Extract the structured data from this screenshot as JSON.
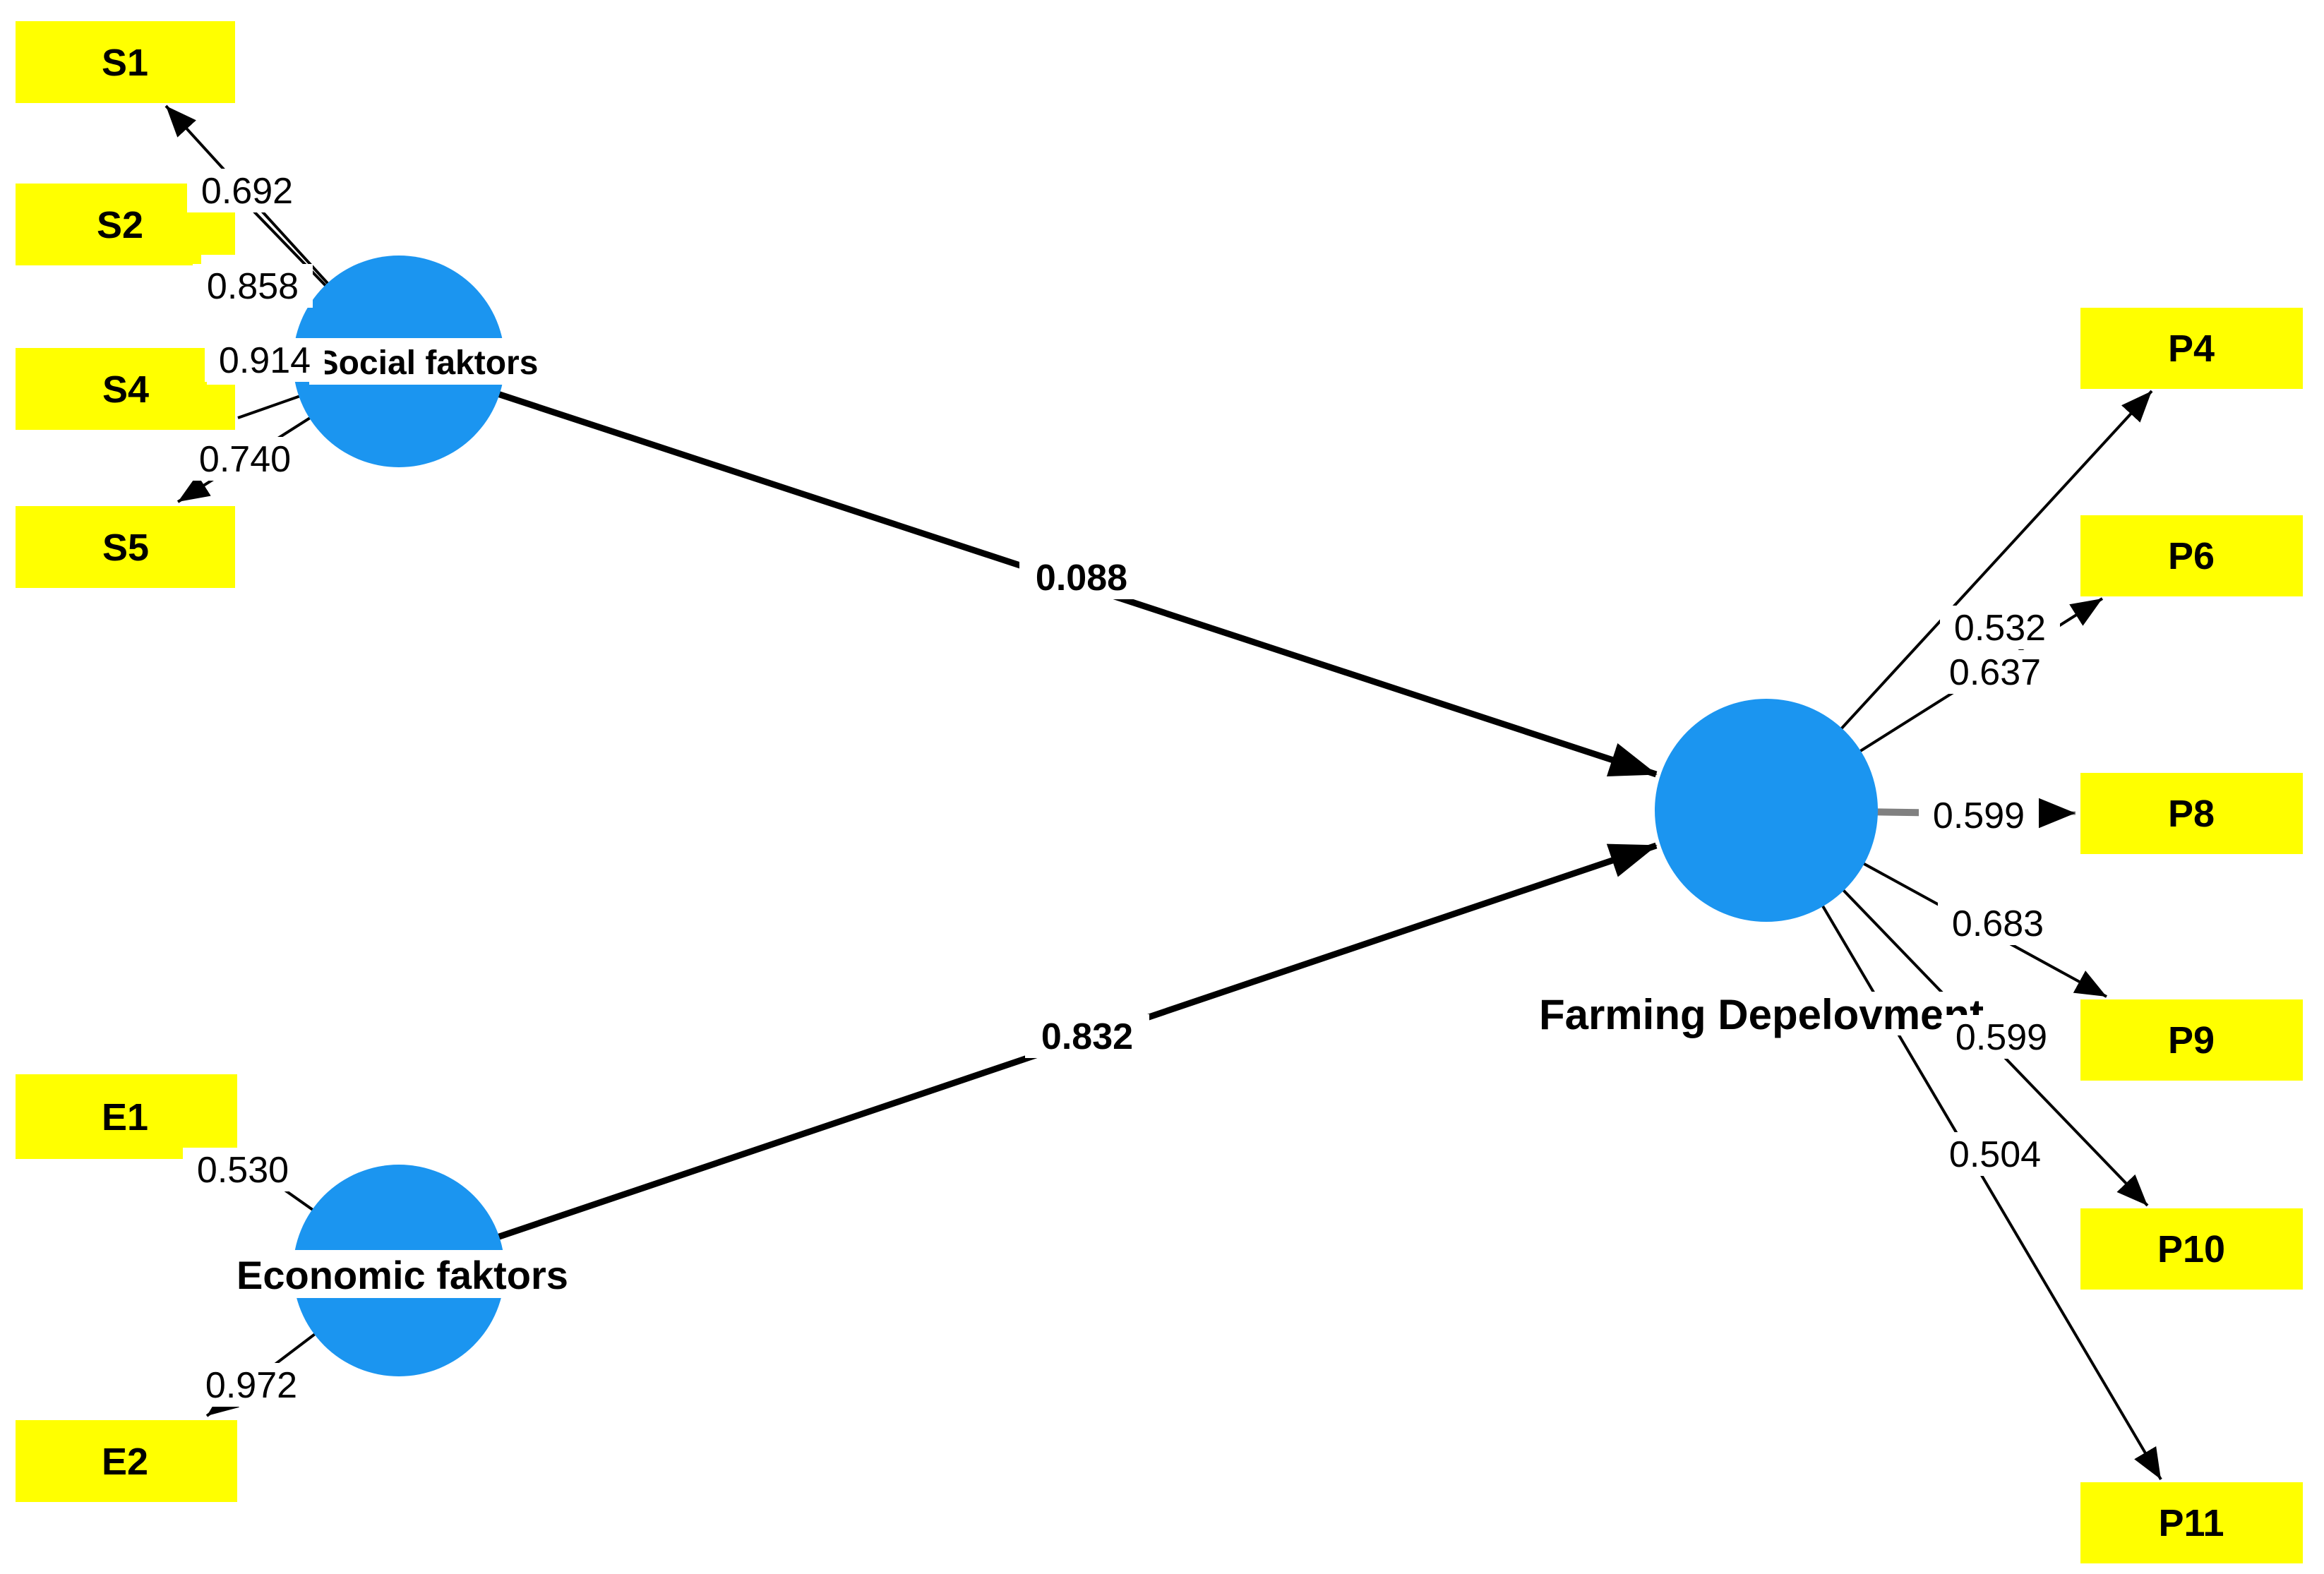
{
  "model": {
    "type": "PLS-SEM path diagram",
    "constructs": {
      "social": {
        "label": "Social faktors"
      },
      "economic": {
        "label": "Economic faktors"
      },
      "farming": {
        "label": "Farming Depelovment"
      }
    },
    "indicators": {
      "s1": {
        "name": "S1",
        "loading": "0.692"
      },
      "s2": {
        "name": "S2",
        "loading": "0.858"
      },
      "s4": {
        "name": "S4",
        "loading": "0.914"
      },
      "s5": {
        "name": "S5",
        "loading": "0.740"
      },
      "e1": {
        "name": "E1",
        "loading": "0.530"
      },
      "e2": {
        "name": "E2",
        "loading": "0.972"
      },
      "p4": {
        "name": "P4",
        "loading": "0.532"
      },
      "p6": {
        "name": "P6",
        "loading": "0.637"
      },
      "p8": {
        "name": "P8",
        "loading": "0.599"
      },
      "p9": {
        "name": "P9",
        "loading": "0.683"
      },
      "p10": {
        "name": "P10",
        "loading": "0.599"
      },
      "p11": {
        "name": "P11",
        "loading": "0.504"
      }
    },
    "paths": {
      "social_to_farming": {
        "from": "Social faktors",
        "to": "Farming Depelovment",
        "coefficient": "0.088"
      },
      "economic_to_farming": {
        "from": "Economic faktors",
        "to": "Farming Depelovment",
        "coefficient": "0.832"
      }
    },
    "colors": {
      "indicator_fill": "#ffff00",
      "construct_fill": "#1b95f0",
      "connector": "#000000",
      "p8_connector_gray": "#808080",
      "text": "#000000"
    }
  }
}
